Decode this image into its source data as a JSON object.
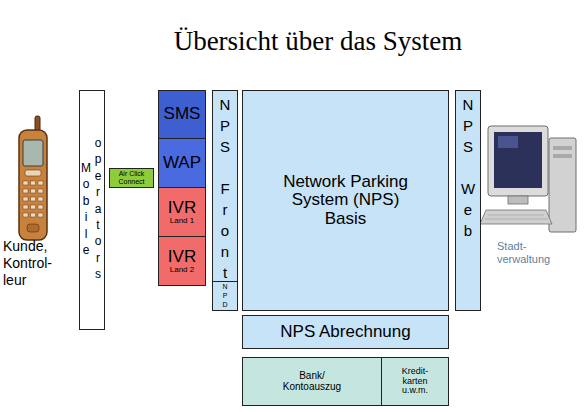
{
  "diagram": {
    "title": "Übersicht über das System",
    "nodes": [
      {
        "text": [
          "Mobile operators"
        ]
      },
      {
        "text": [
          "Air Click Connect"
        ]
      },
      {
        "text": [
          "SMS"
        ]
      },
      {
        "text": [
          "WAP"
        ]
      },
      {
        "text": [
          "IVR",
          "Land 1"
        ]
      },
      {
        "text": [
          "IVR",
          "Land 2"
        ]
      },
      {
        "text": [
          "NPS Front"
        ]
      },
      {
        "text": [
          "NPD"
        ],
        "in": 6
      },
      {
        "text": [
          "Network Parking System (NPS) Basis"
        ]
      },
      {
        "text": [
          "NPS Web"
        ]
      },
      {
        "text": [
          "NPS Abrechnung"
        ]
      },
      {
        "text": [
          "Bank/ Kontoauszug"
        ]
      },
      {
        "text": [
          "Kredit- karten u.w.m."
        ]
      }
    ],
    "labels": [
      "Kunde, Kontrol- leur",
      "Stadt- verwaltung"
    ]
  }
}
